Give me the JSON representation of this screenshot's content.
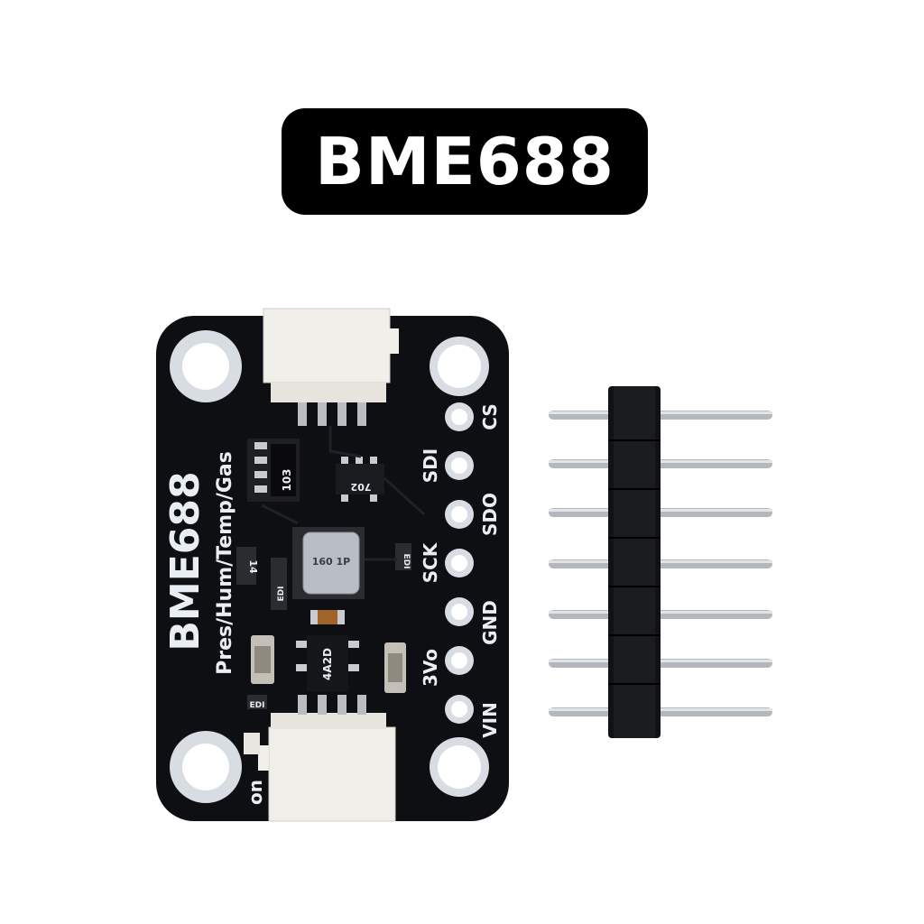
{
  "title": "BME688",
  "board": {
    "name": "BME688",
    "subtitle": "Pres/Hum/Temp/Gas",
    "pins": [
      "CS",
      "SDI",
      "SDO",
      "SCK",
      "GND",
      "3Vo",
      "VIN"
    ],
    "switch_label": "on",
    "chip_markings": {
      "resistor_array": "103",
      "top_ic": "702",
      "sensor": "160 1P",
      "regulator": "4A2D"
    },
    "small_labels": [
      "EDI",
      "EDI",
      "EDI",
      "14"
    ]
  },
  "colors": {
    "pcb": "#0e0f12",
    "silkscreen": "#e8eef3",
    "connector": "#f0efe9",
    "pad": "#d7dde2"
  }
}
